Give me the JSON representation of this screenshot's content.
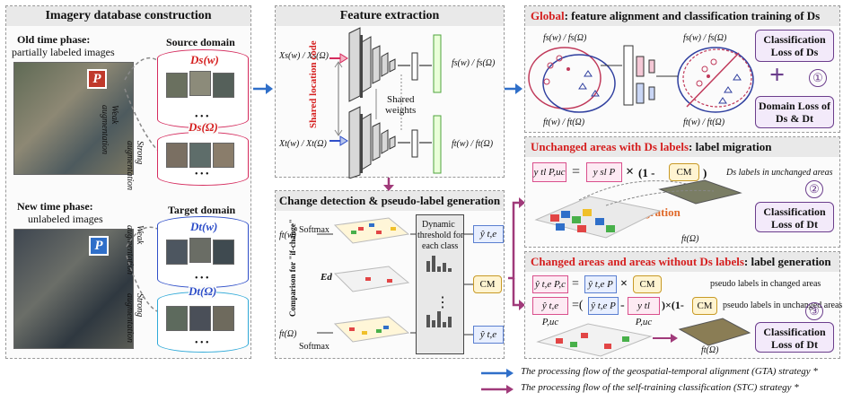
{
  "panel_db": {
    "title": "Imagery database construction",
    "old_phase": "Old time phase:",
    "old_sub": "partially labeled images",
    "new_phase": "New time phase:",
    "new_sub": "unlabeled images",
    "source_domain": "Source domain",
    "target_domain": "Target domain",
    "ds_w": "Ds(w)",
    "ds_omega": "Ds(Ω)",
    "dt_w": "Dt(w)",
    "dt_omega": "Dt(Ω)",
    "weak_aug": "Weak augmentation",
    "strong_aug": "Strong augmentation",
    "badge_p": "P",
    "dots": "• • •"
  },
  "panel_fe": {
    "title": "Feature extraction",
    "in_top": "Xs(w) / Xs(Ω)",
    "in_bot": "Xt(w) / Xt(Ω)",
    "out_top": "fs(w) / fs(Ω)",
    "out_bot": "ft(w) / ft(Ω)",
    "shared_code": "Shared location code",
    "shared_weights_1": "Shared",
    "shared_weights_2": "weights"
  },
  "panel_cd": {
    "title": "Change detection & pseudo-label generation",
    "f_top": "ft(w)",
    "f_bot": "ft(Ω)",
    "softmax_top": "Softmax",
    "softmax_bot": "Softmax",
    "comparison": "Comparison for \"if-change\"",
    "ed": "Ed",
    "dyn_1": "Dynamic",
    "dyn_2": "threshold for",
    "dyn_3": "each class",
    "cm": "CM",
    "y_top": "ŷ t,e",
    "y_bot": "ŷ t,e",
    "vdots": "⋮"
  },
  "panel_global": {
    "title_red": "Global",
    "title_rest": ": feature alignment and classification training of Ds",
    "f_s_left": "fs(w) / fs(Ω)",
    "f_t_left": "ft(w) / ft(Ω)",
    "f_s_right": "fs(w) / fs(Ω)",
    "f_t_right": "ft(w) / ft(Ω)",
    "class_loss": "Classification Loss of Ds",
    "domain_loss": "Domain Loss of Ds & Dt",
    "num": "①",
    "plus": "+"
  },
  "panel_unchanged": {
    "title_red": "Unchanged areas with Ds labels",
    "title_rest": ": label migration",
    "y_uc": "y tl P,uc",
    "y_sl": "y sl P",
    "eq": "=",
    "times": "×",
    "one_minus": "(1 -",
    "cm": "CM",
    "close": ")",
    "note": "Ds labels in unchanged areas",
    "migration": "label migration",
    "f_label": "ft(Ω)",
    "class_loss": "Classification Loss of Dt",
    "num": "②"
  },
  "panel_changed": {
    "title_red": "Changed areas and areas without Ds labels",
    "title_rest": ": label generation",
    "row1_lhs": "ŷ t,e P,c",
    "row1_mid": "ŷ t,e P",
    "row1_cm": "CM",
    "row1_note": "pseudo labels in changed areas",
    "row2_lhs": "ŷ t,e P,uc",
    "row2_a": "ŷ t,e P",
    "row2_b": "y tl P,uc",
    "row2_cm": "CM",
    "row2_note": "pseudo labels in unchanged areas",
    "f_label": "ft(Ω)",
    "class_loss": "Classification Loss of Dt",
    "num": "③"
  },
  "legend": {
    "gta": "The processing flow of the geospatial-temporal alignment (GTA) strategy *",
    "stc": "The processing flow of the self-training classification (STC) strategy *",
    "gta_color": "#2f6fc9",
    "stc_color": "#a03a7a"
  }
}
